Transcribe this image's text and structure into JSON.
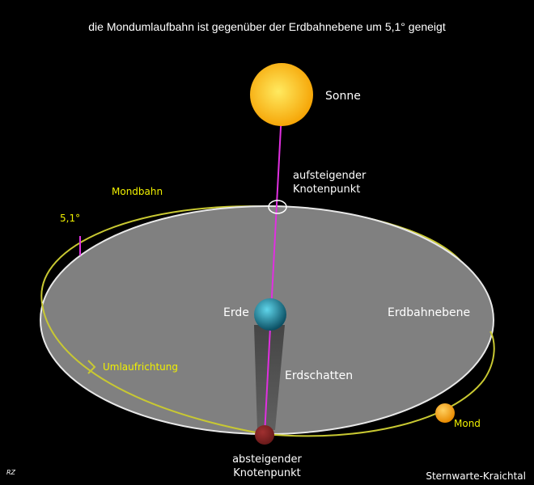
{
  "title": "die Mondumlaufbahn ist gegenüber der Erdbahnebene um 5,1° geneigt",
  "labels": {
    "sun": "Sonne",
    "ascending_node_line1": "aufsteigender",
    "ascending_node_line2": "Knotenpunkt",
    "moon_orbit": "Mondbahn",
    "inclination": "5,1°",
    "earth": "Erde",
    "ecliptic_plane": "Erdbahnebene",
    "direction": "Umlaufrichtung",
    "earth_shadow": "Erdschatten",
    "moon": "Mond",
    "descending_node_line1": "absteigender",
    "descending_node_line2": "Knotenpunkt",
    "signature": "RZ",
    "credit": "Sternwarte-Kraichtal"
  },
  "colors": {
    "background": "#000000",
    "title_text": "#ffffff",
    "white_text": "#ffffff",
    "yellow_text": "#f0f000",
    "orbit": "#c8c832",
    "plane_fill": "#808080",
    "plane_edge": "#e8e8e8",
    "sun_center": "#ffea60",
    "sun_edge": "#f5a000",
    "earth_center": "#5fd5ea",
    "earth_edge": "#0b4f63",
    "moon_center": "#ffd060",
    "moon_edge": "#e88a00",
    "node_marker": "#6a1a1a",
    "sun_line": "#e030e0",
    "shadow": "#5a5a5a"
  },
  "icons": {
    "direction_arrow": "arrow-chevron-icon"
  }
}
